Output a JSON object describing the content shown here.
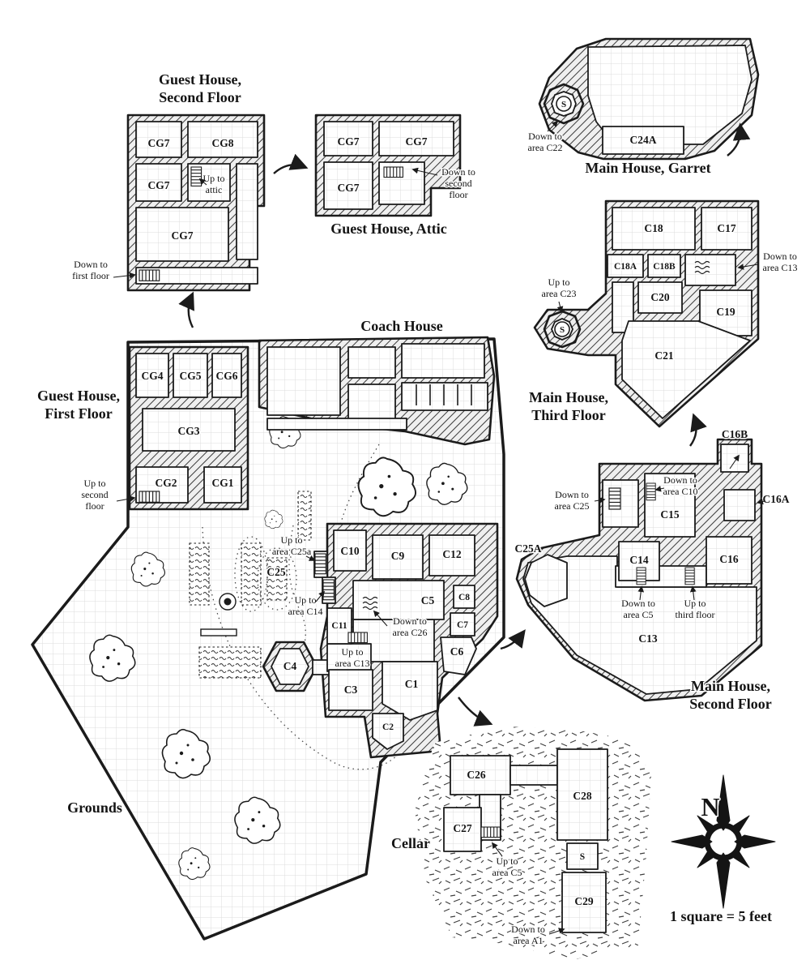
{
  "palette": {
    "ink": "#1b1b1b",
    "paper": "#ffffff",
    "grid": "#dcdcdc"
  },
  "titles": {
    "gh2": [
      "Guest House,",
      "Second Floor"
    ],
    "attic": [
      "Guest House, Attic"
    ],
    "garret": [
      "Main House, Garret"
    ],
    "coach": [
      "Coach House"
    ],
    "gh1": [
      "Guest House,",
      "First Floor"
    ],
    "mh3": [
      "Main House,",
      "Third Floor"
    ],
    "mh2": [
      "Main House,",
      "Second Floor"
    ],
    "grounds": [
      "Grounds"
    ],
    "cellar": [
      "Cellar"
    ]
  },
  "rooms": {
    "gh2": [
      "CG7",
      "CG8",
      "CG7",
      "CG7"
    ],
    "attic": [
      "CG7",
      "CG7",
      "CG7"
    ],
    "garret": [
      "C24A"
    ],
    "mh3": [
      "C18",
      "C17",
      "C18A",
      "C18B",
      "C20",
      "C19",
      "C21"
    ],
    "gh1": [
      "CG4",
      "CG5",
      "CG6",
      "CG3",
      "CG2",
      "CG1"
    ],
    "mh2": [
      "C16B",
      "C16A",
      "C15",
      "C14",
      "C16",
      "C13",
      "C25A"
    ],
    "mh1": [
      "C10",
      "C9",
      "C12",
      "C25",
      "C5",
      "C8",
      "C7",
      "C11",
      "C6",
      "C4",
      "C3",
      "C1",
      "C2"
    ],
    "cellar": [
      "C26",
      "C27",
      "C28",
      "C29"
    ]
  },
  "annotations": {
    "up_attic": [
      "Up to",
      "attic"
    ],
    "down_first": [
      "Down to",
      "first floor"
    ],
    "down_second": [
      "Down to",
      "second",
      "floor"
    ],
    "down_c22": [
      "Down to",
      "area C22"
    ],
    "up_c23": [
      "Up to",
      "area C23"
    ],
    "down_c13": [
      "Down to",
      "area C13"
    ],
    "up_second": [
      "Up to",
      "second",
      "floor"
    ],
    "down_c25": [
      "Down to",
      "area C25"
    ],
    "down_c10": [
      "Down to",
      "area C10"
    ],
    "down_c5": [
      "Down to",
      "area C5"
    ],
    "up_third": [
      "Up to",
      "third floor"
    ],
    "up_c25a": [
      "Up to",
      "area C25a"
    ],
    "up_c14": [
      "Up to",
      "area C14"
    ],
    "down_c26": [
      "Down to",
      "area C26"
    ],
    "up_c13": [
      "Up to",
      "area C13"
    ],
    "up_c5": [
      "Up to",
      "area C5"
    ],
    "down_a1": [
      "Down to",
      "area A1"
    ]
  },
  "stairs": {
    "spiral": "S",
    "cellar_s": "S"
  },
  "compass": {
    "north": "N"
  },
  "scale": {
    "label": "1 square = 5 feet"
  }
}
